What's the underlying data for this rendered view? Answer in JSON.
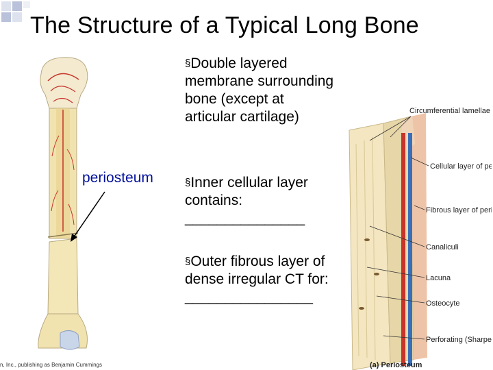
{
  "slide": {
    "title": "The Structure of a Typical Long Bone"
  },
  "left_figure": {
    "label": "periosteum",
    "credit": "n, Inc., publishing as Benjamin Cummings"
  },
  "bullets": [
    {
      "marker": "§",
      "text": "Double layered membrane surrounding bone (except at articular cartilage)"
    },
    {
      "marker": "§",
      "text": "Inner cellular layer contains:",
      "blank": "_______________"
    },
    {
      "marker": "§",
      "text": "Outer fibrous layer of dense irregular CT for:",
      "blank": "________________"
    }
  ],
  "right_figure": {
    "labels": [
      "Circumferential lamellae",
      "Cellular layer of periosteum",
      "Fibrous layer of periosteum",
      "Canaliculi",
      "Lacuna",
      "Osteocyte",
      "Perforating (Sharpey's) fibers"
    ],
    "caption": "(a)  Periosteum"
  },
  "colors": {
    "label_blue": "#00109a",
    "bone": "#f2e6b8",
    "vessel_red": "#c8342a",
    "vessel_blue": "#3a6fb8"
  }
}
